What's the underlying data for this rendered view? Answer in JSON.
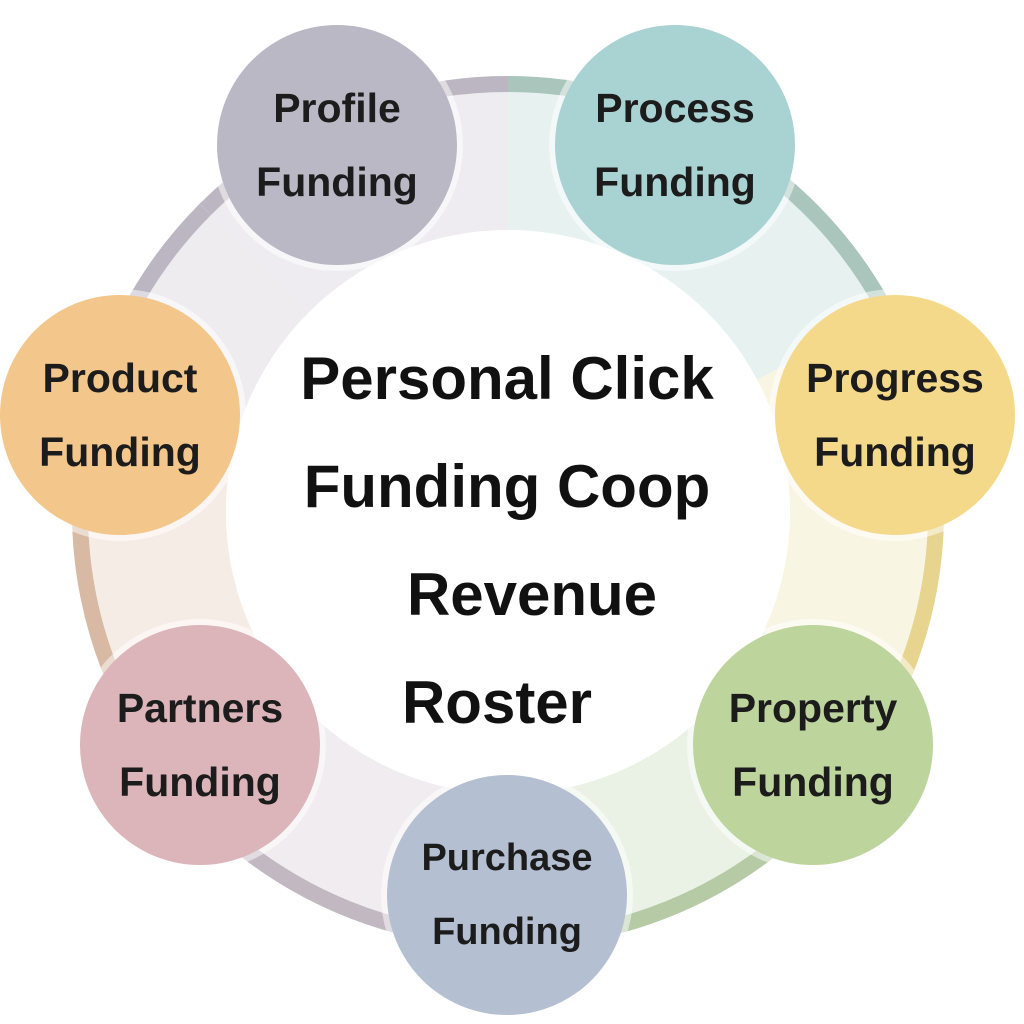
{
  "title": [
    "Personal Click",
    "Funding Coop",
    "Revenue",
    "Roster"
  ],
  "nodes": [
    {
      "id": "profile",
      "line1": "Profile",
      "line2": "Funding",
      "color": "#bbb8c6",
      "ring": "#bcb6c2",
      "band": "#eeecf0"
    },
    {
      "id": "process",
      "line1": "Process",
      "line2": "Funding",
      "color": "#a9d2d3",
      "ring": "#a9c5bc",
      "band": "#e6f1f0"
    },
    {
      "id": "progress",
      "line1": "Progress",
      "line2": "Funding",
      "color": "#f5d98b",
      "ring": "#e7d48f",
      "band": "#f8f5e3"
    },
    {
      "id": "property",
      "line1": "Property",
      "line2": "Funding",
      "color": "#bdd59c",
      "ring": "#b6caa6",
      "band": "#eaf2e6"
    },
    {
      "id": "purchase",
      "line1": "Purchase",
      "line2": "Funding",
      "color": "#b4bfd1",
      "ring": "#c2b8c2",
      "band": "#f1ecef"
    },
    {
      "id": "partners",
      "line1": "Partners",
      "line2": "Funding",
      "color": "#dbb5ba",
      "ring": "#d7b9a4",
      "band": "#f6ece6"
    },
    {
      "id": "product",
      "line1": "Product",
      "line2": "Funding",
      "color": "#f3c68b",
      "ring": "#bcb5c2",
      "band": "#efecf0"
    }
  ]
}
